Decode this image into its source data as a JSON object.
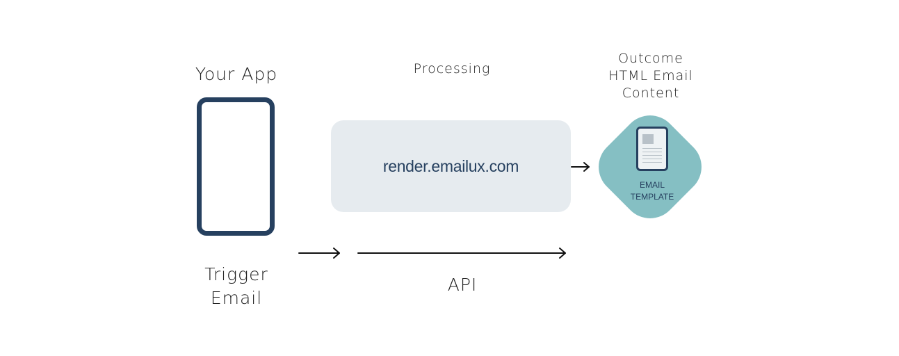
{
  "nodes": {
    "app": {
      "label": "Your App"
    },
    "processing": {
      "header": "Processing",
      "service": "render.emailux.com"
    },
    "outcome": {
      "header_lines": [
        "Outcome",
        "HTML Email",
        "Content"
      ],
      "badge_lines": [
        "EMAIL",
        "TEMPLATE"
      ]
    },
    "trigger": {
      "label_lines": [
        "Trigger",
        "Email"
      ]
    },
    "api": {
      "label": "API"
    }
  },
  "edges": [
    {
      "from": "trigger",
      "to": "api"
    },
    {
      "from": "api",
      "to": "processing"
    },
    {
      "from": "processing",
      "to": "outcome"
    }
  ],
  "colors": {
    "phone": "#26405f",
    "processing_box": "#e6ebef",
    "processing_text": "#26405f",
    "outcome_badge": "#85bfc3",
    "arrow": "#111111"
  }
}
